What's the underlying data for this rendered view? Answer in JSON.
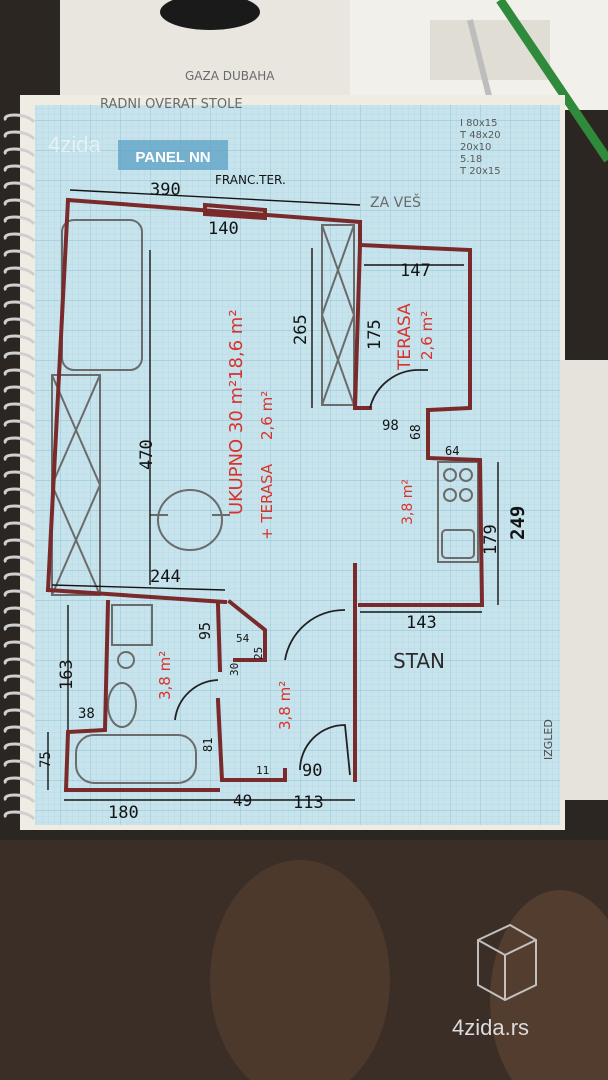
{
  "watermark": {
    "brand": "4zida",
    "brand_full": "4zida.rs",
    "logo_icon": "cube-logo-icon"
  },
  "stamp": {
    "text": "PANEL NN"
  },
  "header_notes": {
    "line1": "RADNI OVERAT STOLE",
    "line2": "GAZA DUBAHA",
    "line3": "ZA VEŠ",
    "right_notes": [
      "I 80x15",
      "T 48x20",
      "20x10",
      "5.18",
      "T 20x15"
    ]
  },
  "labels": {
    "franc_ter": "FRANC.TER.",
    "terasa": "TERASA",
    "terasa_area": "2,6 m²",
    "ukupno": "UKUPNO 30 m²",
    "ukupno_area": "18,6 m²",
    "plus_terasa": "+ TERASA",
    "plus_terasa_area": "2,6 m²",
    "kitchen_area": "3,8 m²",
    "bath_area": "3,8 m²",
    "hall_area": "3,8 m²",
    "stan": "STAN",
    "izgled": "IZGLED"
  },
  "dimensions": {
    "d390": "390",
    "d140": "140",
    "d147": "147",
    "d265": "265",
    "d175": "175",
    "d470": "470",
    "d98": "98",
    "d68": "68",
    "d64": "64",
    "d179": "179",
    "d249": "249",
    "d244": "244",
    "d143": "143",
    "d95": "95",
    "d30": "30",
    "d54": "54",
    "d25": "25",
    "d163": "163",
    "d38": "38",
    "d75": "75",
    "d81": "81",
    "d11": "11",
    "d90": "90",
    "d180": "180",
    "d49": "49",
    "d113": "113"
  },
  "colors": {
    "wall": "#7a2a2a",
    "grid": "#9fc9d8",
    "paper": "#bfe0ea",
    "red_ink": "#d8342c",
    "pencil": "#6b6b6b"
  }
}
